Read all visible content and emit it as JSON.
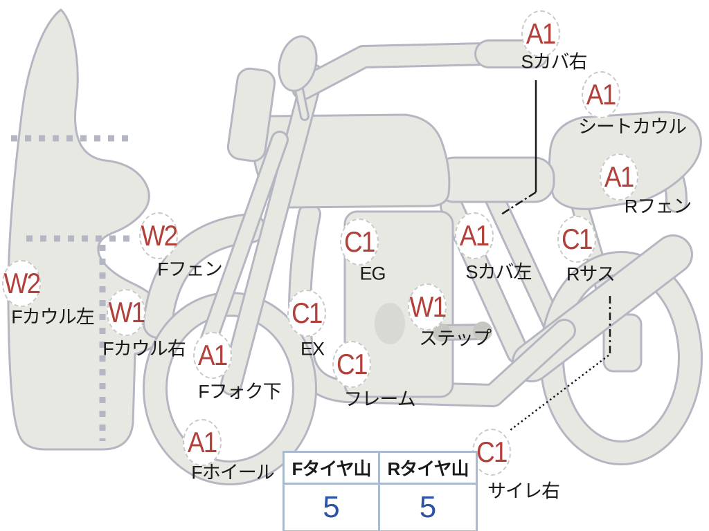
{
  "diagram": {
    "description": "motorcycle condition map",
    "markers": [
      {
        "code": "A1",
        "label": "Sカバ右"
      },
      {
        "code": "A1",
        "label": "シートカウル"
      },
      {
        "code": "A1",
        "label": "Rフェン"
      },
      {
        "code": "W2",
        "label": "Fフェン"
      },
      {
        "code": "W2",
        "label": "Fカウル左"
      },
      {
        "code": "W1",
        "label": "Fカウル右"
      },
      {
        "code": "A1",
        "label": "Fフォク下"
      },
      {
        "code": "A1",
        "label": "Fホイール"
      },
      {
        "code": "C1",
        "label": "EG"
      },
      {
        "code": "C1",
        "label": "EX"
      },
      {
        "code": "C1",
        "label": "フレーム"
      },
      {
        "code": "W1",
        "label": "ステップ"
      },
      {
        "code": "A1",
        "label": "Sカバ左"
      },
      {
        "code": "C1",
        "label": "Rサス"
      },
      {
        "code": "C1",
        "label": "サイレ右"
      }
    ],
    "colors": {
      "marker_code": "#b2403b",
      "body_fill": "#e8e8e2",
      "body_outline": "#b4b6c1",
      "label_text": "#1a1a1a",
      "table_border": "#a9b9ce",
      "tire_value_text": "#2b52a5"
    }
  },
  "tire_table": {
    "columns": [
      {
        "header": "Fタイヤ山",
        "value": "5"
      },
      {
        "header": "Rタイヤ山",
        "value": "5"
      }
    ]
  }
}
